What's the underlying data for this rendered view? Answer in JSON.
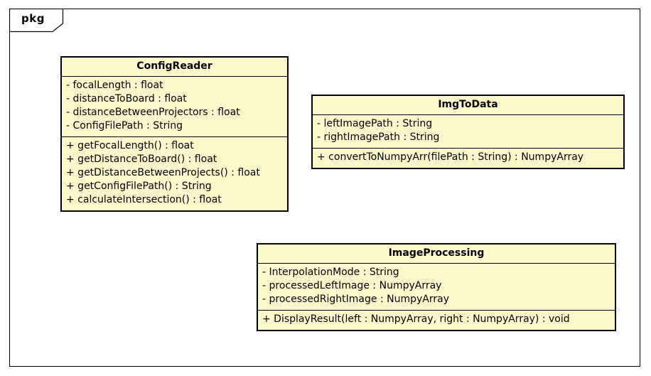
{
  "diagram": {
    "tab_label": "pkg"
  },
  "colors": {
    "class_fill": "#FCF8CC",
    "line_color": "#000000",
    "background": "#FFFFFF"
  },
  "classes": [
    {
      "name": "ConfigReader",
      "attributes": [
        "- focalLength : float",
        "- distanceToBoard : float",
        "- distanceBetweenProjectors : float",
        "- ConfigFilePath : String"
      ],
      "methods": [
        "+ getFocalLength() : float",
        "+ getDistanceToBoard() : float",
        "+ getDistanceBetweenProjects() : float",
        "+ getConfigFilePath() : String",
        "+ calculateIntersection() : float"
      ]
    },
    {
      "name": "ImgToData",
      "attributes": [
        "- leftImagePath : String",
        "- rightImagePath : String"
      ],
      "methods": [
        "+ convertToNumpyArr(filePath : String) : NumpyArray"
      ]
    },
    {
      "name": "ImageProcessing",
      "attributes": [
        "- InterpolationMode : String",
        "- processedLeftImage : NumpyArray",
        "- processedRightImage : NumpyArray"
      ],
      "methods": [
        "+ DisplayResult(left : NumpyArray, right : NumpyArray) : void"
      ]
    }
  ]
}
